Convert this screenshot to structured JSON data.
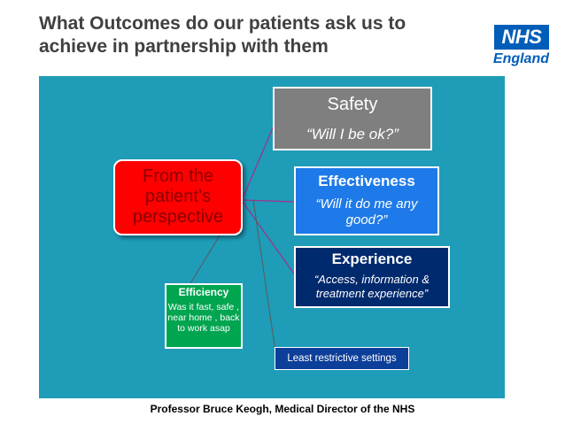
{
  "title": "What Outcomes do our patients ask us to achieve in partnership with them",
  "logo": {
    "nhs": "NHS",
    "region": "England"
  },
  "diagram": {
    "patient": "From the patient’s perspective",
    "safety": {
      "heading": "Safety",
      "quote": "“Will I be ok?”"
    },
    "effectiveness": {
      "heading": "Effectiveness",
      "quote": "“Will it do me any good?”"
    },
    "experience": {
      "heading": "Experience",
      "quote": "“Access, information & treatment experience”"
    },
    "efficiency": {
      "heading": "Efficiency",
      "quote": "Was it fast, safe , near home , back to work asap"
    },
    "least": "Least restrictive settings"
  },
  "credit": "Professor  Bruce Keogh, Medical Director of the NHS",
  "colors": {
    "panel": "#1f9cb8",
    "patient": "#ff0000",
    "safety": "#7f7f7f",
    "effectiveness": "#1e7ae8",
    "experience": "#002a6e",
    "efficiency": "#00a550",
    "least": "#0c3f99",
    "brand": "#005eb8"
  }
}
